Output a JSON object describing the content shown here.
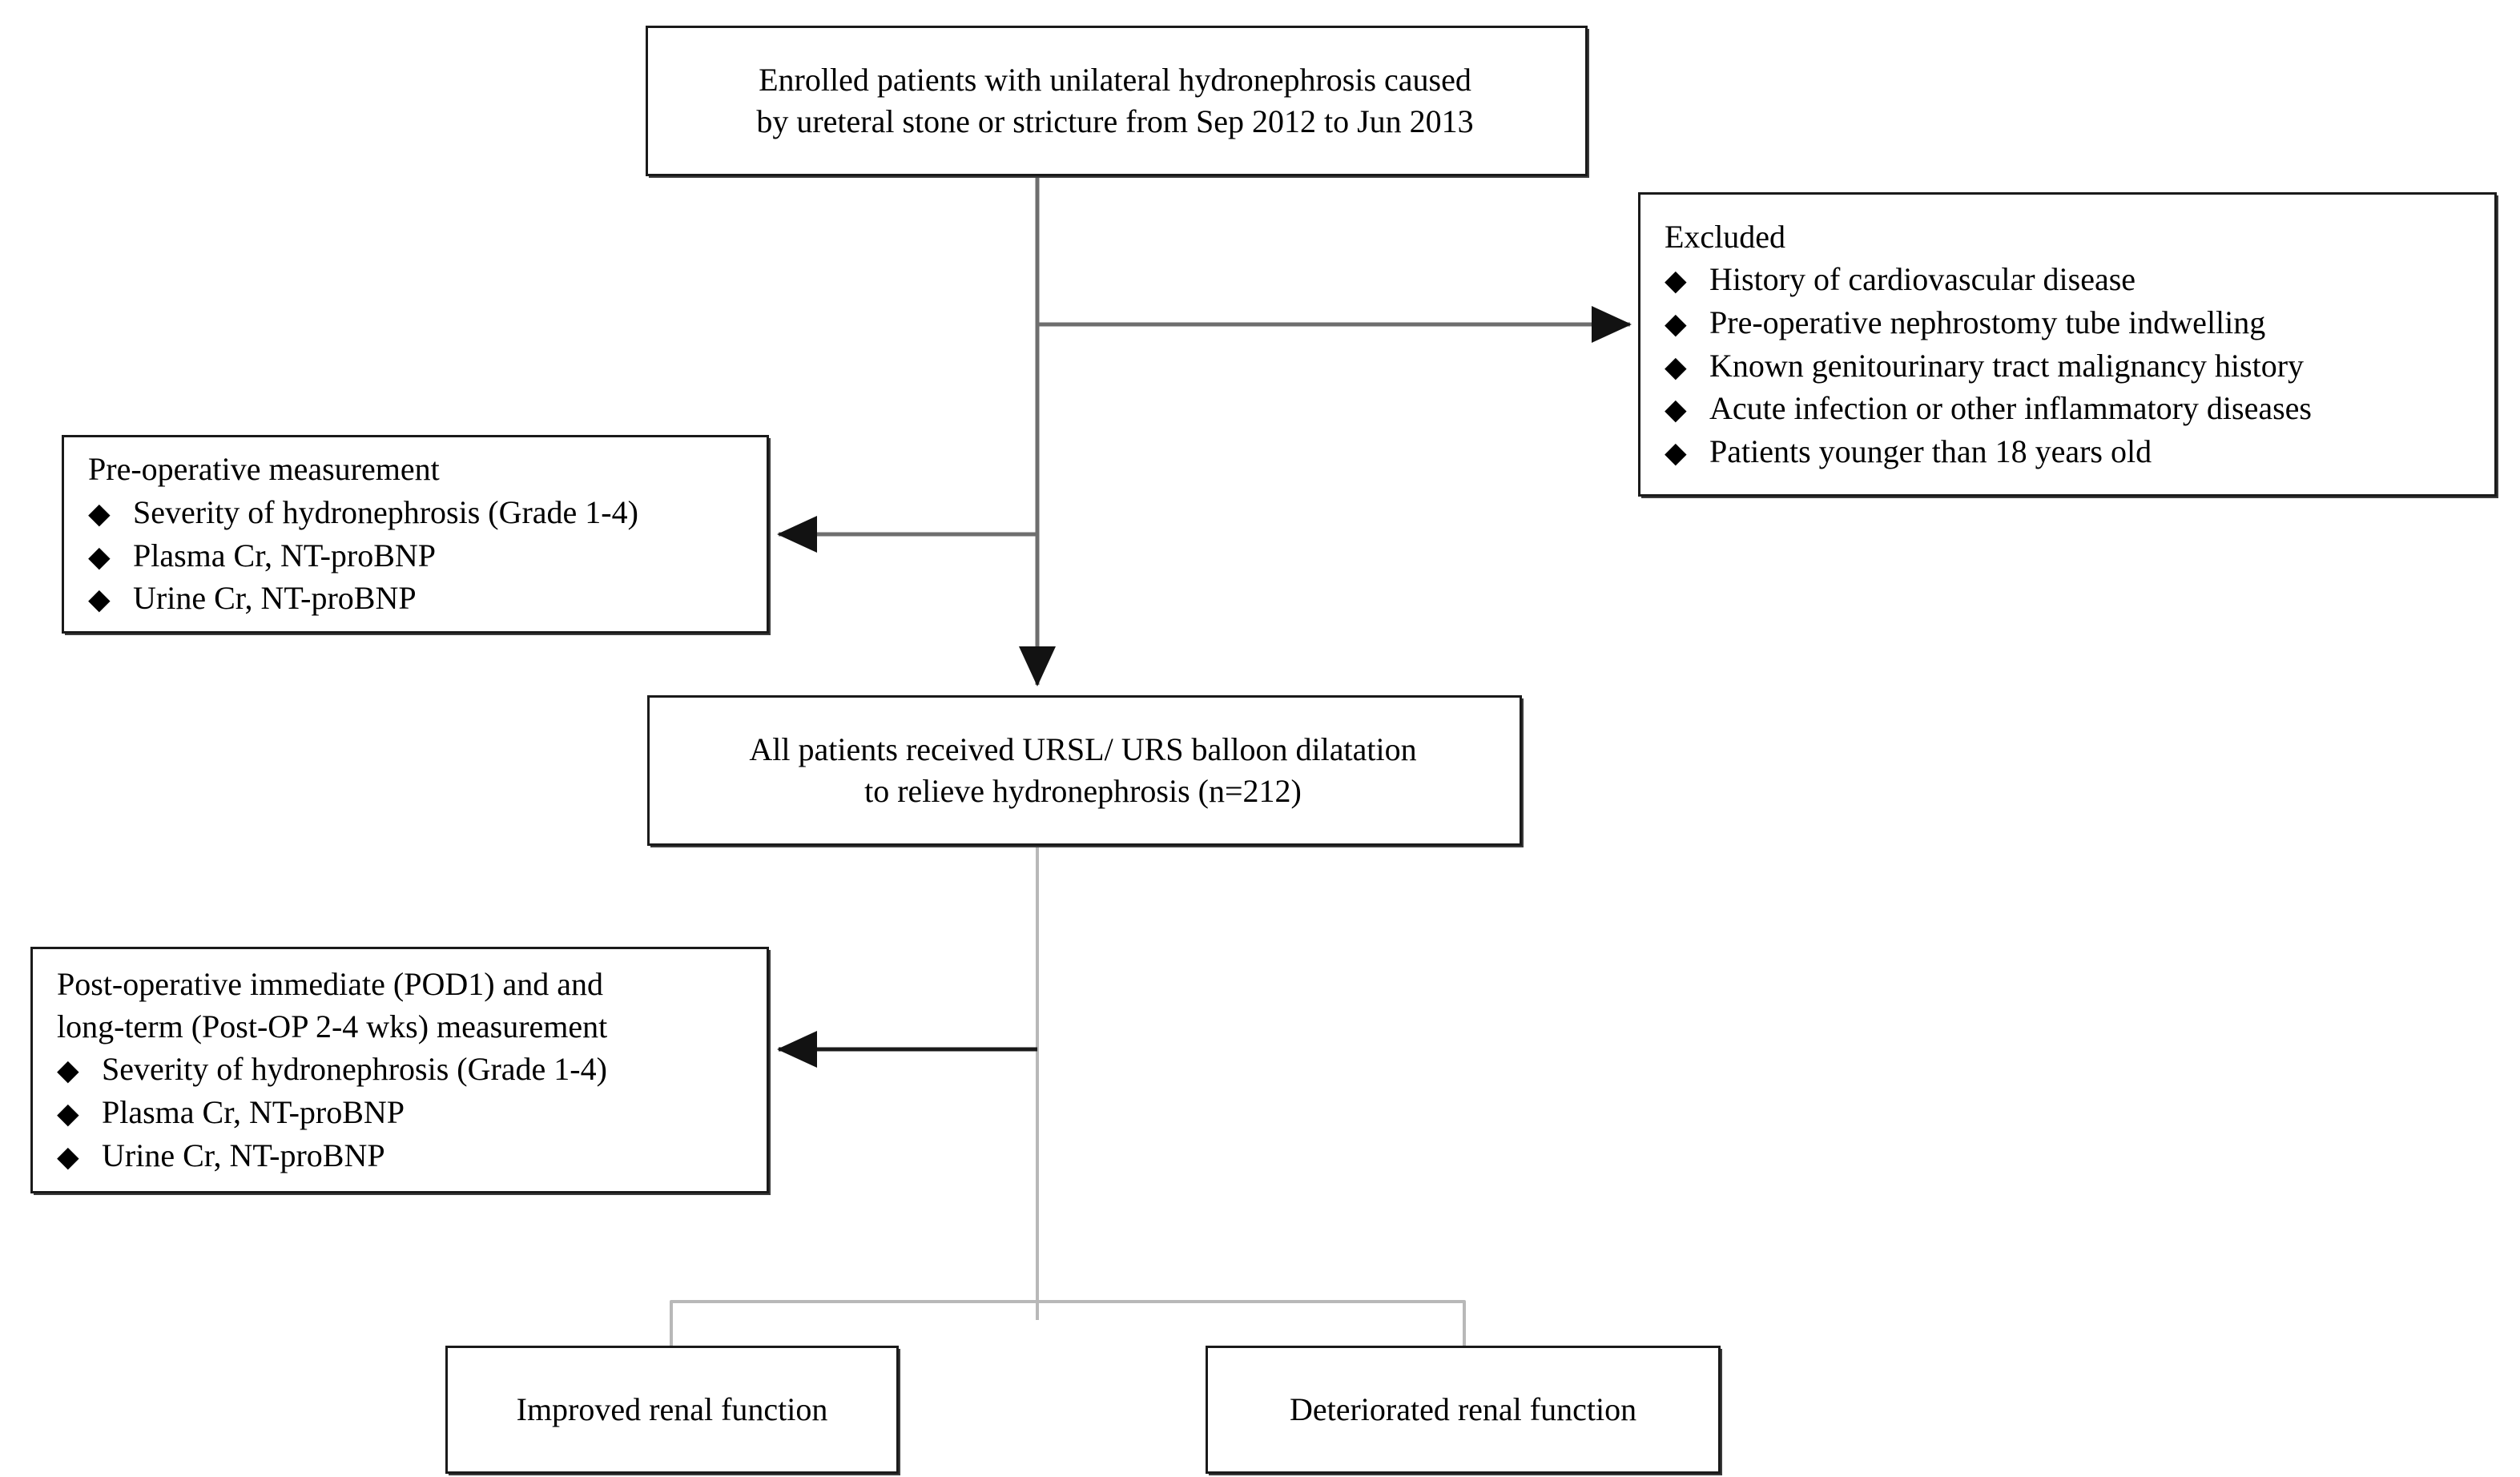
{
  "diagram": {
    "title": "Study flow diagram of enrolled hydronephrosis patients",
    "bullet_glyph": "◆",
    "line_color": "#6e6e6e",
    "box_border_color": "#1a1a1a",
    "background": "#ffffff"
  },
  "nodes": {
    "enrolled": {
      "name": "enrolled-patients-box",
      "text": "Enrolled patients with unilateral hydronephrosis caused\nby ureteral stone or stricture from Sep 2012 to Jun 2013"
    },
    "excluded": {
      "name": "excluded-box",
      "heading": "Excluded",
      "items": [
        "History of cardiovascular disease",
        "Pre-operative nephrostomy tube indwelling",
        "Known genitourinary tract malignancy history",
        "Acute infection or other inflammatory diseases",
        "Patients younger than 18 years old"
      ]
    },
    "preop": {
      "name": "pre-operative-measurement-box",
      "heading": "Pre-operative measurement",
      "items": [
        "Severity of hydronephrosis (Grade 1-4)",
        "Plasma Cr, NT-proBNP",
        "Urine Cr, NT-proBNP"
      ]
    },
    "treatment": {
      "name": "treatment-box",
      "text": "All patients received URSL/ URS balloon dilatation\nto relieve hydronephrosis (n=212)"
    },
    "postop": {
      "name": "post-operative-measurement-box",
      "heading": "Post-operative immediate (POD1) and and\nlong-term (Post-OP 2-4 wks) measurement",
      "items": [
        "Severity of hydronephrosis (Grade 1-4)",
        "Plasma Cr, NT-proBNP",
        "Urine Cr, NT-proBNP"
      ]
    },
    "improved": {
      "name": "improved-outcome-box",
      "text": "Improved renal function"
    },
    "deteriorated": {
      "name": "deteriorated-outcome-box",
      "text": "Deteriorated renal function"
    }
  },
  "connectors": [
    {
      "id": "enrolled-to-trunk",
      "label": "vertical trunk from enrolled box"
    },
    {
      "id": "trunk-to-excluded",
      "label": "arrow right to excluded box"
    },
    {
      "id": "trunk-to-preop",
      "label": "arrow left to pre-operative measurement box"
    },
    {
      "id": "trunk-to-treatment",
      "label": "arrow down into treatment box"
    },
    {
      "id": "treatment-to-postop",
      "label": "arrow left to post-operative measurement box"
    },
    {
      "id": "treatment-to-outcomes",
      "label": "split connector to outcome boxes"
    }
  ]
}
